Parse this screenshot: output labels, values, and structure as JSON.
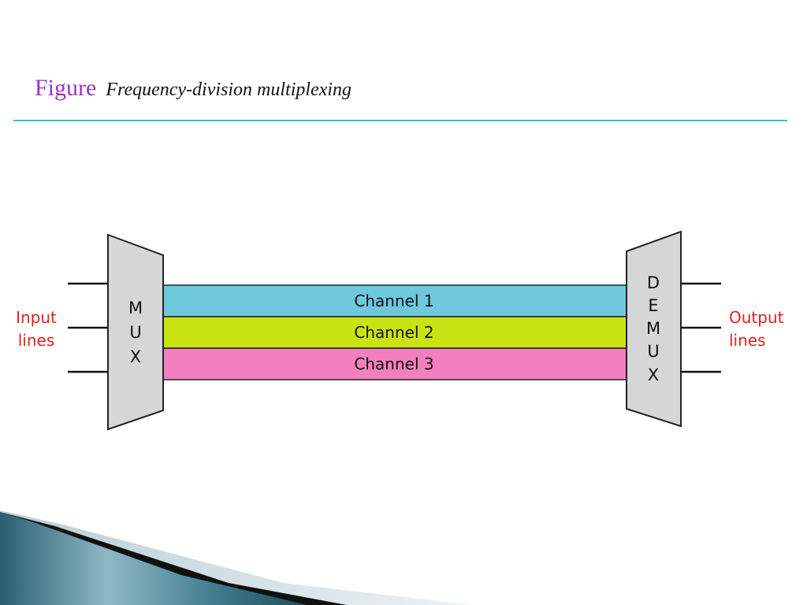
{
  "title": {
    "lead": "Figure",
    "caption": "Frequency-division multiplexing"
  },
  "diagram": {
    "input_label": [
      "Input",
      "lines"
    ],
    "output_label": [
      "Output",
      "lines"
    ],
    "mux_letters": [
      "M",
      "U",
      "X"
    ],
    "demux_letters": [
      "D",
      "E",
      "M",
      "U",
      "X"
    ],
    "channels": [
      {
        "label": "Channel 1",
        "color": "#6ec8de"
      },
      {
        "label": "Channel 2",
        "color": "#c8e412"
      },
      {
        "label": "Channel 3",
        "color": "#f47fbe"
      }
    ]
  },
  "colors": {
    "title_word": "#9b30c8",
    "rule": "#35c3c1",
    "io_label": "#e02020",
    "box_fill": "#d6d6d6"
  }
}
